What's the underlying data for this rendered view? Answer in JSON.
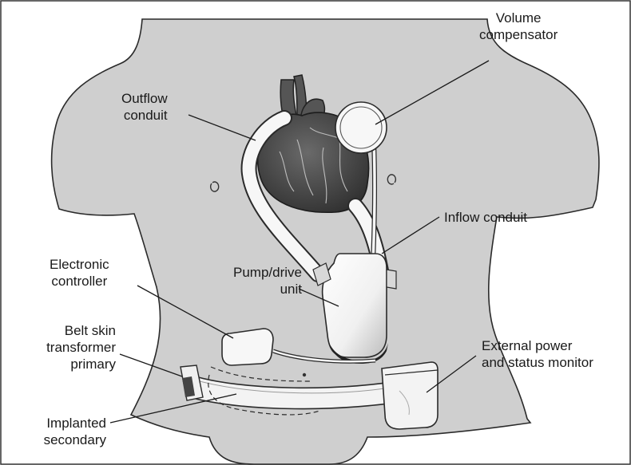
{
  "labels": {
    "outflow_conduit": [
      "Outflow",
      "conduit"
    ],
    "volume_compensator": [
      "Volume",
      "compensator"
    ],
    "inflow_conduit": [
      "Inflow conduit"
    ],
    "electronic_controller": [
      "Electronic",
      "controller"
    ],
    "pump_drive_unit": [
      "Pump/drive",
      "unit"
    ],
    "belt_skin_transformer_primary": [
      "Belt skin",
      "transformer",
      "primary"
    ],
    "external_power_status_monitor": [
      "External power",
      "and status monitor"
    ],
    "implanted_secondary": [
      "Implanted",
      "secondary"
    ]
  },
  "colors": {
    "body_fill": "#cfcfcf",
    "outline": "#2a2a2a",
    "heart_fill": "#4a4a4a",
    "device_fill": "#f4f4f4",
    "frame": "#333333"
  }
}
